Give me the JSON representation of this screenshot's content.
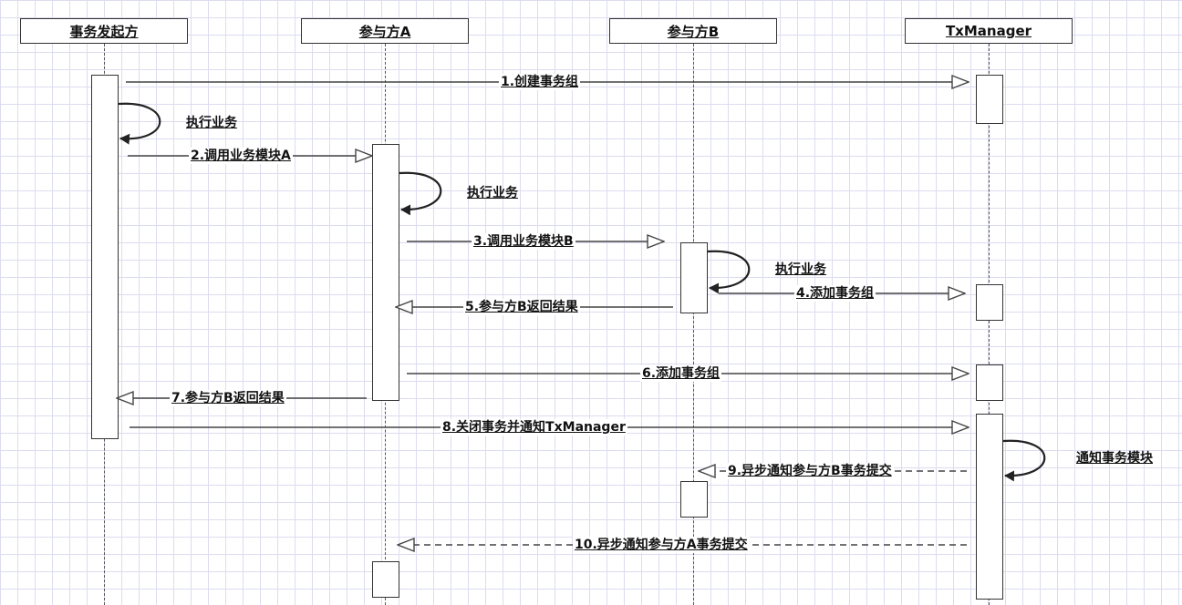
{
  "participants": [
    "事务发起方",
    "参与方A",
    "参与方B",
    "TxManager"
  ],
  "messages": {
    "m1": "1.创建事务组",
    "m2": "2.调用业务模块A",
    "m3": "3.调用业务模块B",
    "m4": "4.添加事务组",
    "m5": "5.参与方B返回结果",
    "m6": "6.添加事务组",
    "m7": "7.参与方B返回结果",
    "m8": "8.关闭事务并通知TxManager",
    "m9": "9.异步通知参与方B事务提交",
    "m10": "10.异步通知参与方A事务提交"
  },
  "self_calls": {
    "initiator": "执行业务",
    "a": "执行业务",
    "b": "执行业务",
    "txmanager": "通知事务模块"
  }
}
